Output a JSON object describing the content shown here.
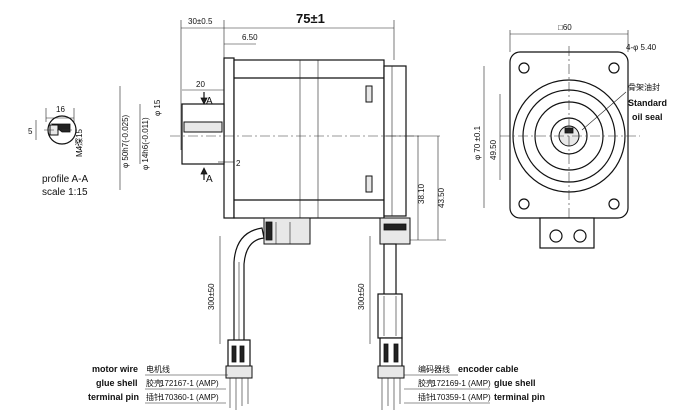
{
  "dimensions": {
    "overall_length": "75±1",
    "shaft_step": "30±0.5",
    "flange_thk": "6.50",
    "shaft_len": "20",
    "shaft_dia": "φ 15",
    "pilot_dia": "φ 50h7(-0.025)",
    "shaft_fit": "φ 14h6(-0.011)",
    "gap": "2",
    "body_h1": "38.10",
    "body_h2": "43.50",
    "cable_len_left": "300±50",
    "cable_len_right": "300±50",
    "square": "□60",
    "holes": "4-φ 5.40",
    "pcd": "φ 70 ±0.1",
    "body_w": "49.50",
    "section_marker": "A"
  },
  "profile": {
    "title": "profile A-A",
    "scale": "scale 1:15",
    "dim_16": "16",
    "dim_5": "5",
    "key_note": "M4深15"
  },
  "labels": {
    "oil_seal_cn": "骨架油封",
    "oil_seal_en": "Standard\noil seal",
    "oil_seal_line1": "Standard",
    "oil_seal_line2": "oil seal",
    "motor_wire": "motor wire",
    "motor_wire_cn": "电机线",
    "glue_shell_l": "glue shell",
    "glue_shell_l_cn": "胶壳",
    "glue_shell_l_code": "172167-1 (AMP)",
    "terminal_pin_l": "terminal pin",
    "terminal_pin_l_cn": "插针",
    "terminal_pin_l_code": "170360-1 (AMP)",
    "encoder_cable": "encoder cable",
    "encoder_cable_cn": "编码器线",
    "glue_shell_r": "glue shell",
    "glue_shell_r_cn": "胶壳",
    "glue_shell_r_code": "172169-1 (AMP)",
    "terminal_pin_r": "terminal pin",
    "terminal_pin_r_cn": "插针",
    "terminal_pin_r_code": "170359-1 (AMP)"
  }
}
